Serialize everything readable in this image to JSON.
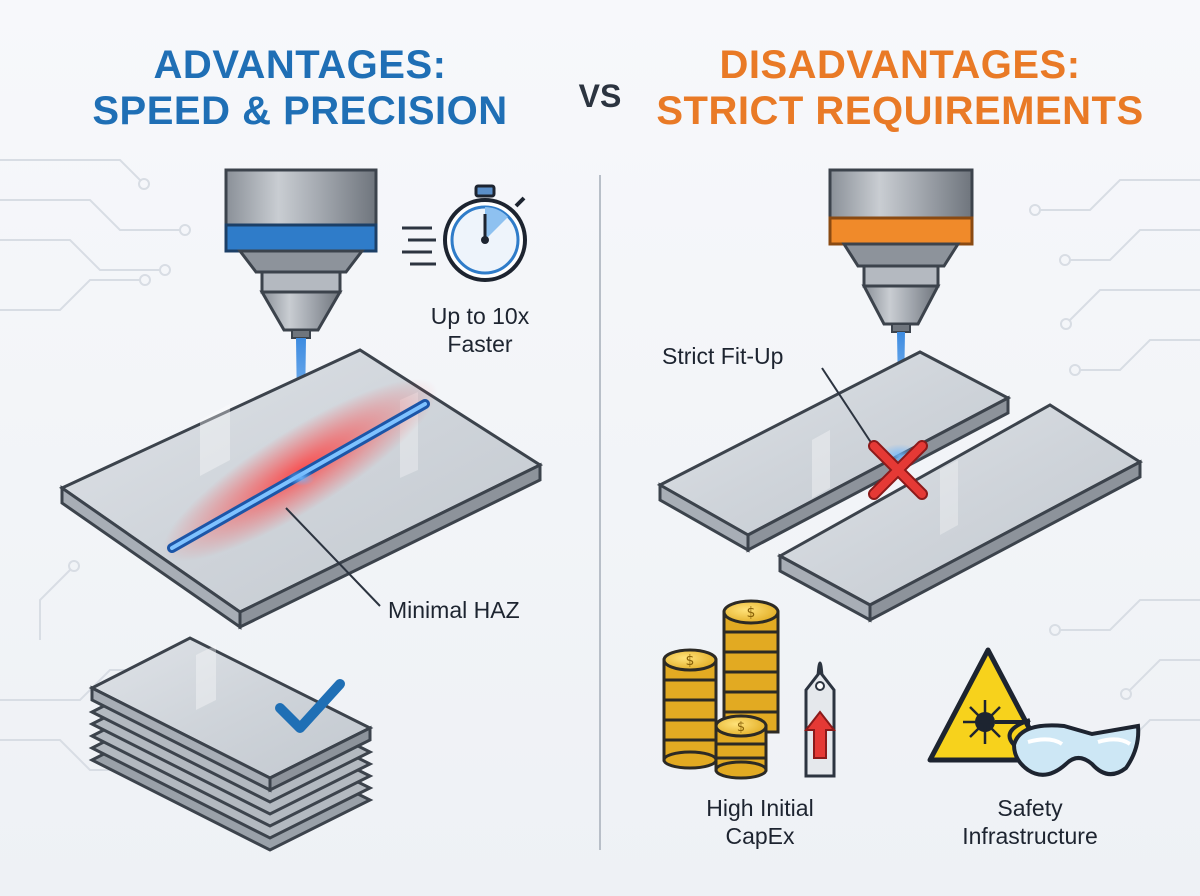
{
  "advantages": {
    "title_line1": "ADVANTAGES:",
    "title_line2": "SPEED & PRECISION",
    "speed_label_line1": "Up to 10x",
    "speed_label_line2": "Faster",
    "haz_label": "Minimal HAZ",
    "accent_color": "#1f6fb5"
  },
  "vs_label": "VS",
  "disadvantages": {
    "title_line1": "DISADVANTAGES:",
    "title_line2": "STRICT REQUIREMENTS",
    "fitup_label": "Strict Fit-Up",
    "capex_label_line1": "High Initial",
    "capex_label_line2": "CapEx",
    "safety_label_line1": "Safety",
    "safety_label_line2": "Infrastructure",
    "accent_color": "#e97a26"
  },
  "icons": [
    "laser-head-icon",
    "stopwatch-icon",
    "checkmark-icon",
    "cross-mark-icon",
    "coin-stack-icon",
    "price-tag-icon",
    "laser-warning-icon",
    "safety-goggles-icon"
  ]
}
